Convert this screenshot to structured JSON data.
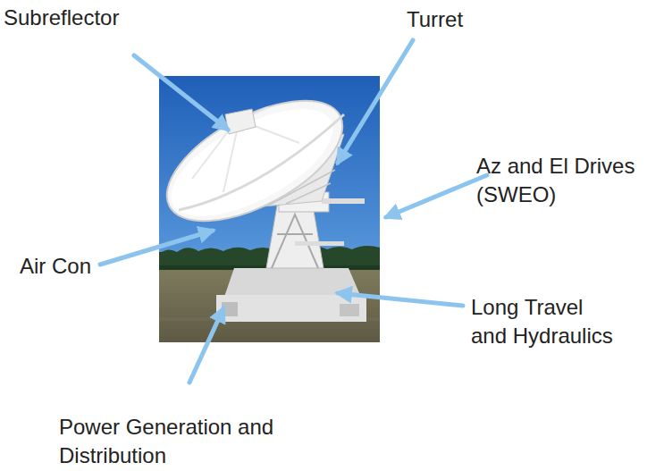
{
  "diagram": {
    "labels": [
      "Subreflector",
      "Turret",
      "Az and El Drives (SWEO)",
      "Air Con",
      "Long Travel and Hydraulics",
      "Power Generation and Distribution"
    ]
  }
}
